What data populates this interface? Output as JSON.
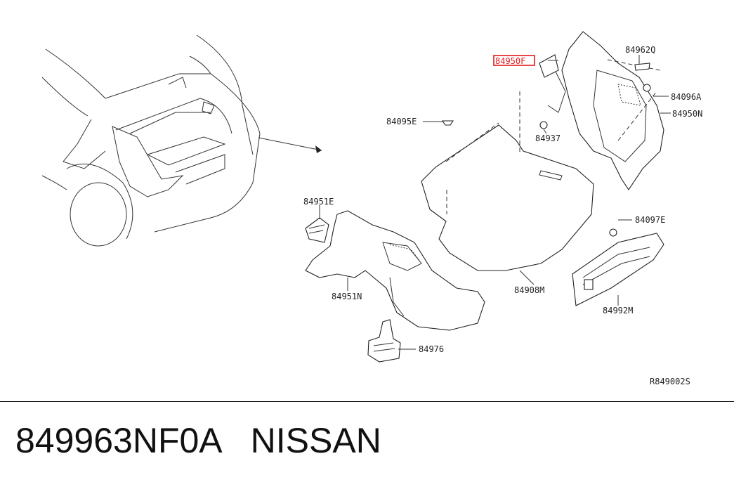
{
  "diagram": {
    "labels": {
      "p84950f": "84950F",
      "p84962q": "84962Q",
      "p84096a": "84096A",
      "p84950n": "84950N",
      "p84095e": "84095E",
      "p84937": "84937",
      "p84951e": "84951E",
      "p84951n": "84951N",
      "p84908m": "84908M",
      "p84097e": "84097E",
      "p84992m": "84992M",
      "p84976": "84976"
    },
    "reference_code": "R849002S",
    "highlight_color": "#e01b1b"
  },
  "footer": {
    "part_number": "849963NF0A",
    "brand": "NISSAN"
  }
}
